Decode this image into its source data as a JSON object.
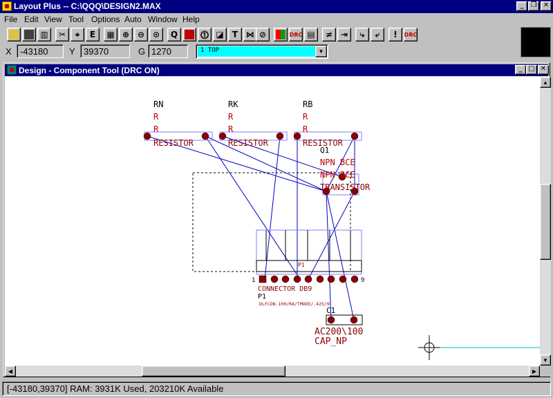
{
  "app": {
    "title": "Layout Plus -- C:\\QQQ\\DESIGN2.MAX",
    "menu": [
      "File",
      "Edit",
      "View",
      "Tool",
      "Options",
      "Auto",
      "Window",
      "Help"
    ]
  },
  "coords": {
    "x_label": "X",
    "x_value": "-43180",
    "y_label": "Y",
    "y_value": "39370",
    "g_label": "G",
    "g_value": "1270",
    "layer": "1 TOP"
  },
  "toolbar": {
    "drc_label": "DRC",
    "drc2_label": "DRC"
  },
  "design": {
    "title": "Design - Component Tool (DRC ON)"
  },
  "parts": {
    "rn": {
      "ref": "RN",
      "v1": "R",
      "v2": "R",
      "body": "RESISTOR"
    },
    "rk": {
      "ref": "RK",
      "v1": "R",
      "v2": "R",
      "body": "RESISTOR"
    },
    "rb": {
      "ref": "RB",
      "v1": "R",
      "v2": "R",
      "body": "RESISTOR"
    },
    "q1": {
      "ref": "Q1",
      "v1": "NPN BCE",
      "v2": "NPN BCE",
      "body": "TRANSISTOR"
    },
    "p1": {
      "ref": "P1",
      "label": "P1",
      "body": "CONNECTOR DB9",
      "footprint": "DLFCON.100/RA/TMODE/.425/9",
      "pin_start": "1",
      "pin_end": "9"
    },
    "c1": {
      "ref": "C1",
      "v1": "AC200\\100",
      "body": "CAP_NP"
    }
  },
  "status": {
    "text": "[-43180,39370]   RAM: 3931K Used, 203210K Available"
  },
  "colors": {
    "title_bar": "#000080",
    "component_text": "#c00000",
    "ratsnest": "#0000c0",
    "pad": "#8b0000",
    "layer_bg": "#00ffff",
    "crosshair_line": "#00c0c0"
  }
}
